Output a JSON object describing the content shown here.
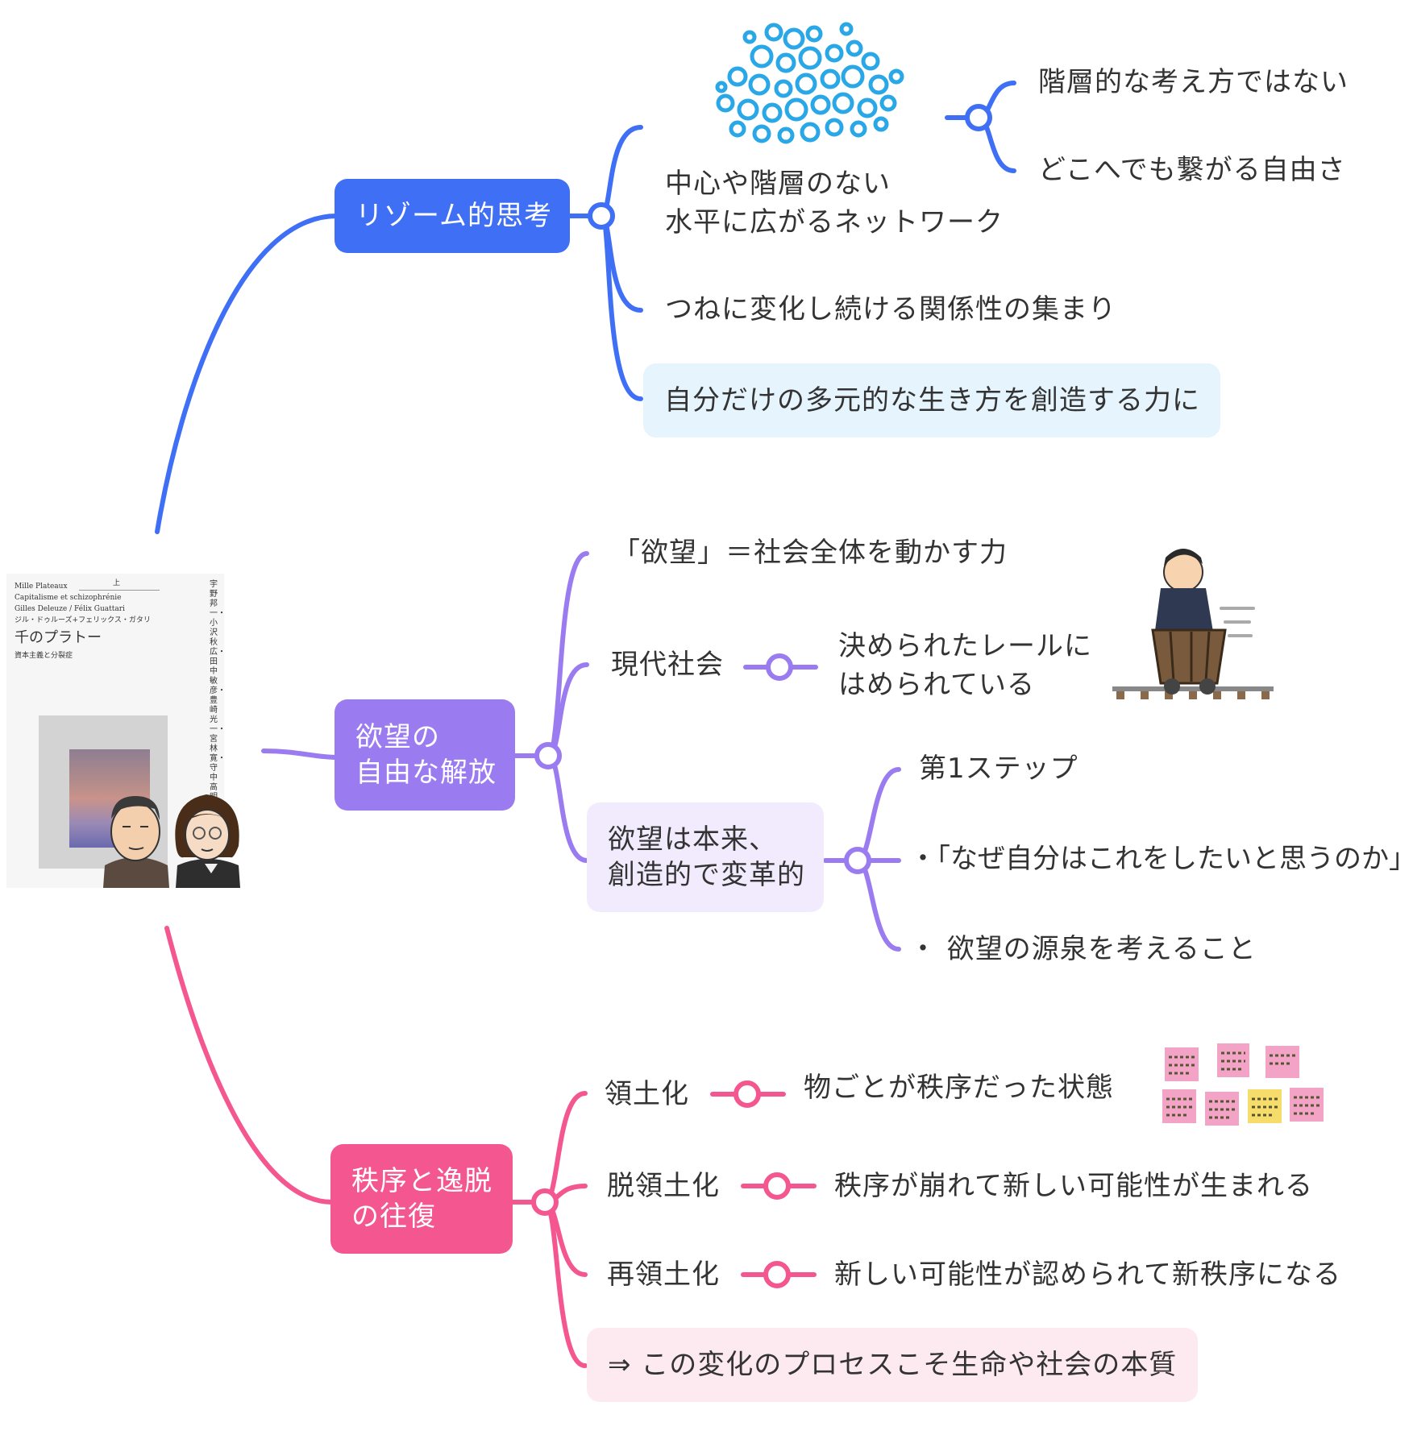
{
  "colors": {
    "blue": "#3e6ff5",
    "purple": "#9b7bf0",
    "pink": "#f4578f",
    "hl_blue": "#e5f4fd",
    "hl_purple": "#f2ebfd",
    "hl_pink": "#fdeaf0"
  },
  "book": {
    "line1": "Mille Plateaux",
    "vol": "上",
    "line2": "Capitalisme et schizophrénie",
    "line3": "Gilles Deleuze / Félix Guattari",
    "line4": "ジル・ドゥルーズ+フェリックス・ガタリ",
    "title": "千のプラトー",
    "subtitle": "資本主義と分裂症",
    "translators": "宇野邦一・小沢秋広・田中敏彦・豊崎光一・宮林寛・守中高明 訳",
    "icon": "book-cover-with-two-authors-illustration"
  },
  "branches": {
    "rhizome": {
      "label": "リゾーム的思考",
      "items": {
        "network": "中心や階層のない\n水平に広がるネットワーク",
        "not_hierarchy": "階層的な考え方ではない",
        "freedom": "どこへでも繋がる自由さ",
        "relations": "つねに変化し続ける関係性の集まり",
        "create": "自分だけの多元的な生き方を創造する力に"
      },
      "icon": "rhizome-network-illustration"
    },
    "desire": {
      "label": "欲望の\n自由な解放",
      "items": {
        "power": "「欲望」＝社会全体を動かす力",
        "modern": "現代社会",
        "rails": "決められたレールに\nはめられている",
        "creative": "欲望は本来、\n創造的で変革的",
        "step1": "第1ステップ",
        "why": "・「なぜ自分はこれをしたいと思うのか」",
        "source": "・ 欲望の源泉を考えること"
      },
      "icon": "businessman-in-mine-cart-illustration"
    },
    "order": {
      "label": "秩序と逸脱\nの往復",
      "items": {
        "territorial": "領土化",
        "territorial_desc": "物ごとが秩序だった状態",
        "deterritorial": "脱領土化",
        "deterritorial_desc": "秩序が崩れて新しい可能性が生まれる",
        "reterritorial": "再領土化",
        "reterritorial_desc": "新しい可能性が認められて新秩序になる",
        "essence": "⇒ この変化のプロセスこそ生命や社会の本質"
      },
      "icon": "sticky-notes-illustration"
    }
  }
}
